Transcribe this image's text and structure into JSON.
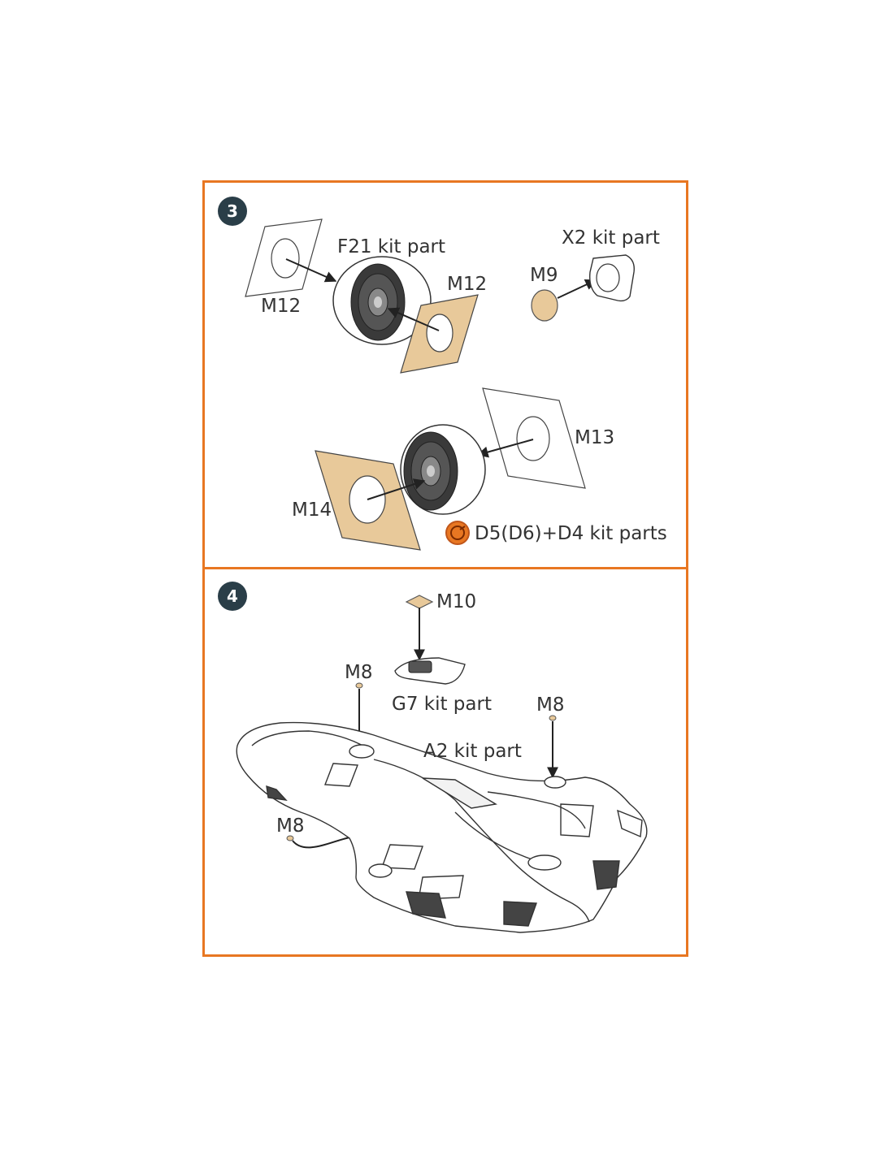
{
  "step3": {
    "badge": "3",
    "labels": {
      "f21": "F21 kit part",
      "m12_left": "M12",
      "m12_right": "M12",
      "x2": "X2 kit part",
      "m9": "M9",
      "m13": "M13",
      "m14": "M14",
      "d5": "D5(D6)+D4 kit parts"
    }
  },
  "step4": {
    "badge": "4",
    "labels": {
      "m10": "M10",
      "m8_top": "M8",
      "g7": "G7 kit part",
      "m8_right": "M8",
      "a2": "A2 kit part",
      "m8_left": "M8"
    }
  },
  "colors": {
    "frame": "#e87722",
    "badge": "#2a3e48",
    "tan": "#e8c99a",
    "line": "#333333"
  },
  "icons": {
    "assembly": "glue-symbol-icon"
  }
}
